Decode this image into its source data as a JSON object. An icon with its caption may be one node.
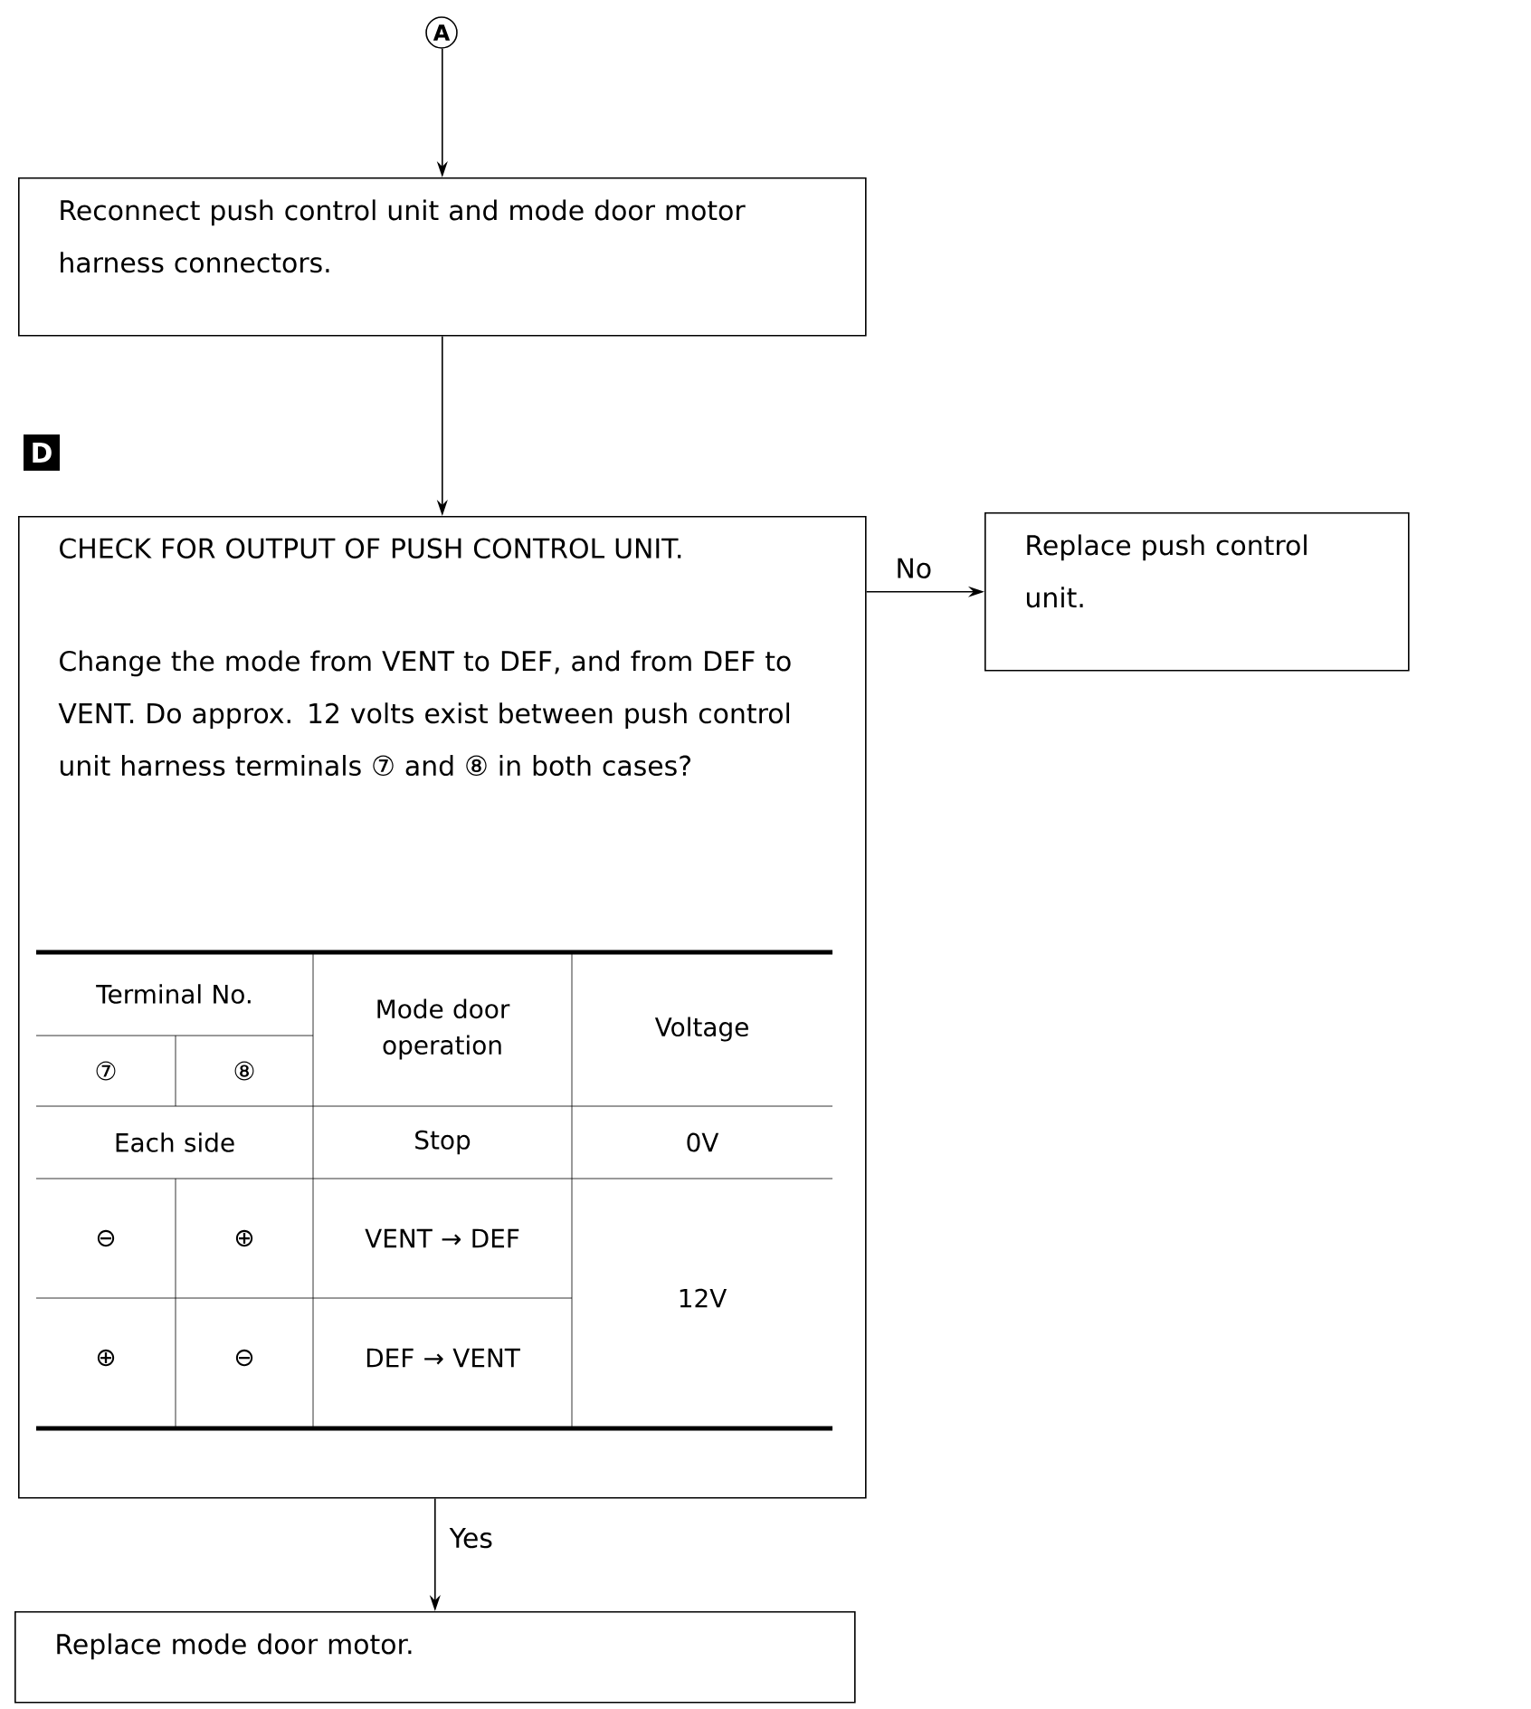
{
  "diagram": {
    "nodes": [
      {
        "text": [
          "A"
        ]
      },
      {
        "text": [
          "Reconnect push control unit and mode door motor harness connectors."
        ]
      },
      {
        "text": [
          "CHECK FOR OUTPUT OF PUSH CONTROL UNIT.",
          "Change the mode from VENT to DEF, and from DEF to VENT. Do approx. 12 volts exist between push control unit harness terminals ⑦ and ⑧ in both cases?"
        ]
      },
      {
        "text": [
          "Replace push control unit."
        ]
      },
      {
        "text": [
          "Replace mode door motor."
        ]
      }
    ],
    "edges": [
      {
        "from": 0,
        "to": 1,
        "arrow": "to"
      },
      {
        "from": 1,
        "to": 2,
        "arrow": "to"
      },
      {
        "from": 2,
        "to": 3,
        "arrow": "to",
        "label": "No"
      },
      {
        "from": 2,
        "to": 4,
        "arrow": "to",
        "label": "Yes"
      }
    ],
    "labels": [
      "D",
      "Terminal No.",
      "Mode door operation",
      "Voltage",
      "⑦",
      "⑧",
      "Each side",
      "Stop",
      "0V",
      "⊖",
      "⊕",
      "VENT → DEF",
      "12V",
      "⊕",
      "⊖",
      "DEF → VENT"
    ]
  }
}
